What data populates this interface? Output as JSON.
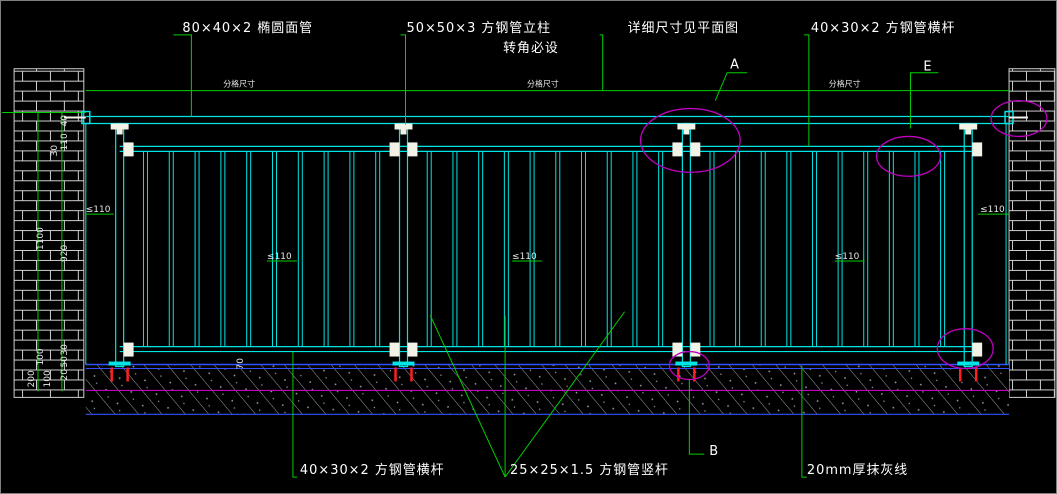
{
  "drawing": {
    "callouts": {
      "handrail": "80×40×2 椭圆面管",
      "post": "50×50×3 方钢管立柱",
      "post_note": "转角必设",
      "plan_ref": "详细尺寸见平面图",
      "top_rail": "40×30×2 方钢管横杆",
      "bottom_rail": "40×30×2 方钢管横杆",
      "baluster": "25×25×1.5 方钢管竖杆",
      "plaster": "20mm厚抹灰线"
    },
    "detail_markers": [
      "A",
      "E",
      "B"
    ],
    "segment_label": "分格尺寸",
    "spacing_label": "≤110",
    "dims_left": [
      "40",
      "110",
      "30",
      "1100",
      "920",
      "30",
      "50",
      "20",
      "100",
      "200",
      "100"
    ],
    "dim_70": "70"
  },
  "colors": {
    "background": "#000000",
    "rail": "#00e5e5",
    "dimension": "#00d000",
    "leader": "#00d000",
    "hatch": "#9aa0a6",
    "marker": "#c000c0",
    "anchor": "#ff2020",
    "bracket": "#f2f2e6",
    "brick": "#cfcfcf"
  }
}
